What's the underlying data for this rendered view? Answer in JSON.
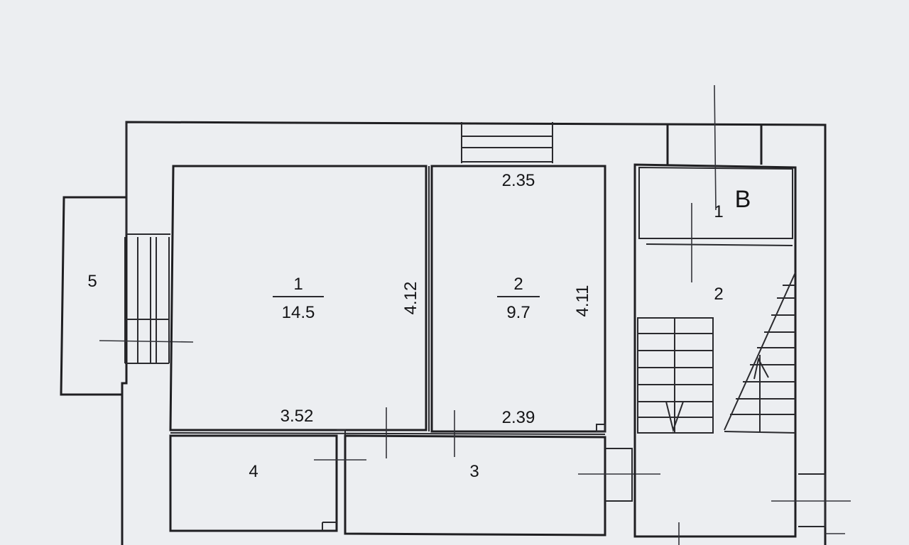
{
  "plan": {
    "rooms": [
      {
        "number": "1",
        "area": "14.5"
      },
      {
        "number": "2",
        "area": "9.7"
      },
      {
        "number": "3"
      },
      {
        "number": "4"
      },
      {
        "number": "5"
      }
    ],
    "dimensions": {
      "room1_width": "3.52",
      "room1_depth": "4.12",
      "room2_top_width": "2.35",
      "room2_bottom_width": "2.39",
      "room2_depth": "4.11"
    },
    "stairwell": {
      "section_letter": "B",
      "label_1": "1",
      "label_2": "2"
    }
  }
}
